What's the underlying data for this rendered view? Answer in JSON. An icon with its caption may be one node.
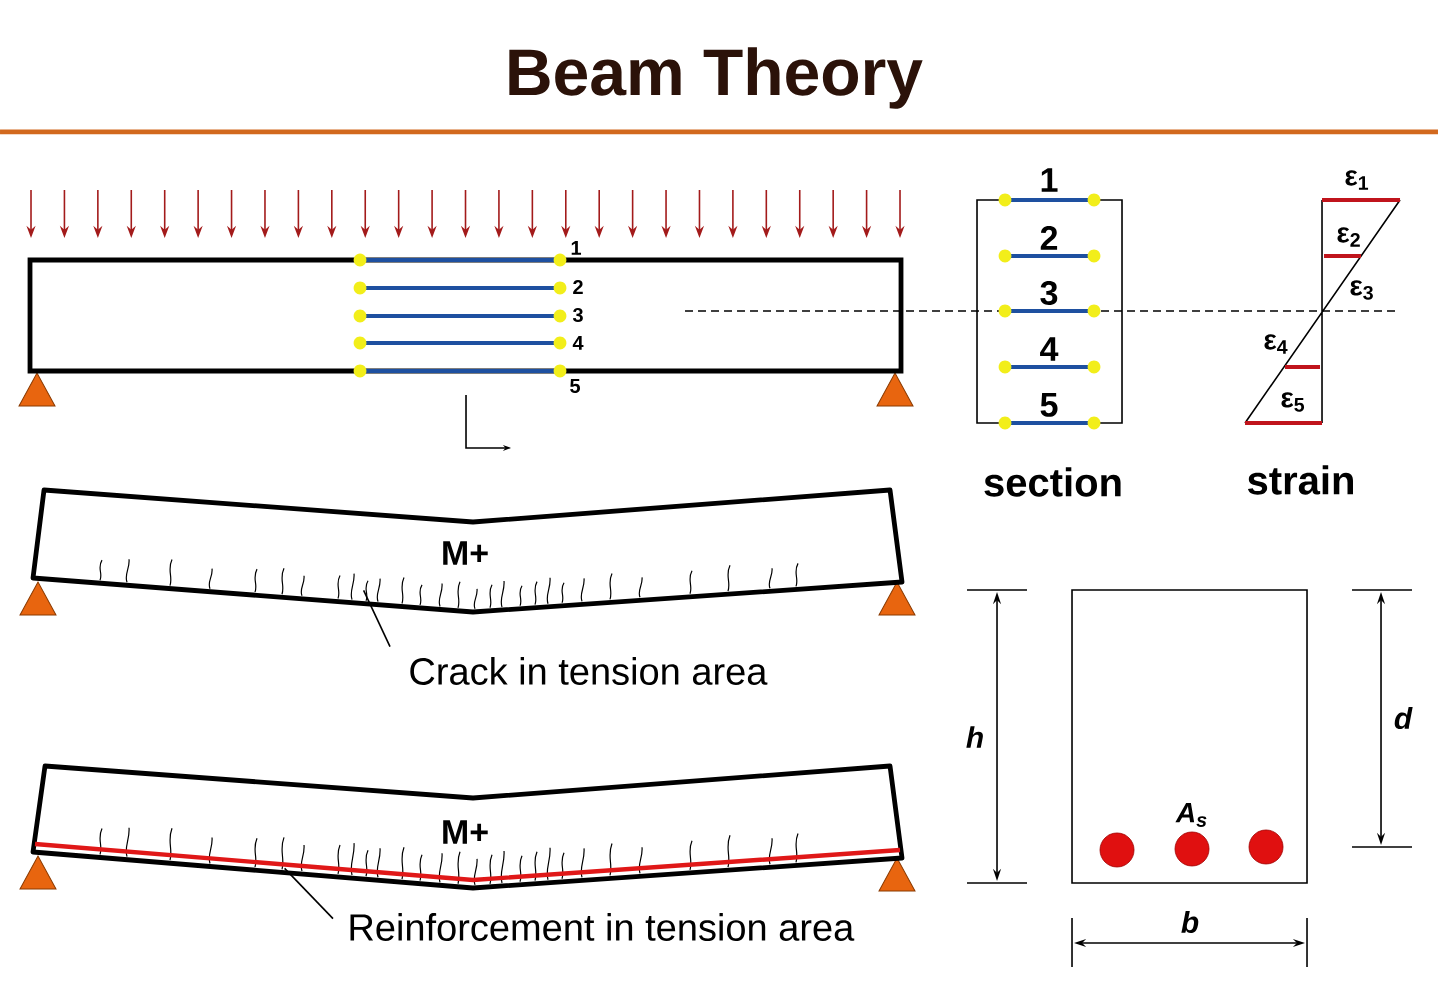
{
  "diagram": {
    "title": "Beam Theory",
    "nodes": [
      {
        "text": [],
        "shape": "box"
      },
      {
        "text": [
          "1",
          "2",
          "3",
          "4",
          "5"
        ],
        "beside": [
          "section"
        ]
      },
      {
        "text": [
          "ε$_{1}$",
          "ε$_{2}$",
          "ε$_{3}$",
          "ε$_{4}$",
          "ε$_{5}$"
        ],
        "beside": [
          "strain"
        ]
      },
      {
        "text": [
          "M+"
        ]
      },
      {
        "text": [
          "Crack in tension area"
        ]
      },
      {
        "text": [
          "A$_{s}$"
        ]
      },
      {
        "text": [
          "M+"
        ]
      },
      {
        "text": [],
        "shape": "bar",
        "in": 6
      },
      {
        "text": [
          "Reinforcement in tension area"
        ]
      }
    ],
    "edges": [
      {
        "from": 4,
        "to": 3,
        "arrow": "none"
      },
      {
        "from": 8,
        "to": 7,
        "arrow": "none"
      }
    ],
    "labels": [
      "1",
      "2",
      "3",
      "4",
      "5",
      "h",
      "d",
      "b"
    ]
  }
}
